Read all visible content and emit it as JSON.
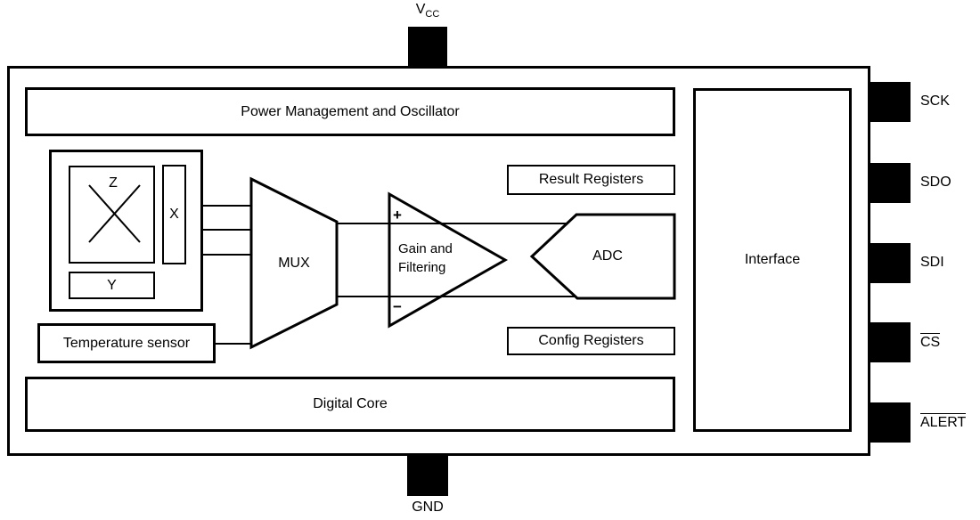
{
  "colors": {
    "ink": "#000000",
    "background": "#ffffff",
    "pin_fill": "#000000"
  },
  "chip": {
    "blocks": {
      "power": {
        "label": "Power Management and Oscillator"
      },
      "sensor": {
        "z": "Z",
        "x": "X",
        "y": "Y"
      },
      "mux": {
        "label": "MUX"
      },
      "amplifier": {
        "label_line1": "Gain and",
        "label_line2": "Filtering",
        "plus": "+",
        "minus": "−"
      },
      "adc": {
        "label": "ADC"
      },
      "result_registers": {
        "label": "Result Registers"
      },
      "config_registers": {
        "label": "Config Registers"
      },
      "temperature": {
        "label": "Temperature sensor"
      },
      "digital_core": {
        "label": "Digital Core"
      },
      "interface": {
        "label": "Interface"
      }
    },
    "pins": {
      "top": {
        "base": "V",
        "sub": "CC"
      },
      "bottom": {
        "label": "GND"
      },
      "right": [
        {
          "label": "SCK"
        },
        {
          "label": "SDO"
        },
        {
          "label": "SDI"
        },
        {
          "label": "CS"
        },
        {
          "label": "ALERT"
        }
      ]
    }
  }
}
